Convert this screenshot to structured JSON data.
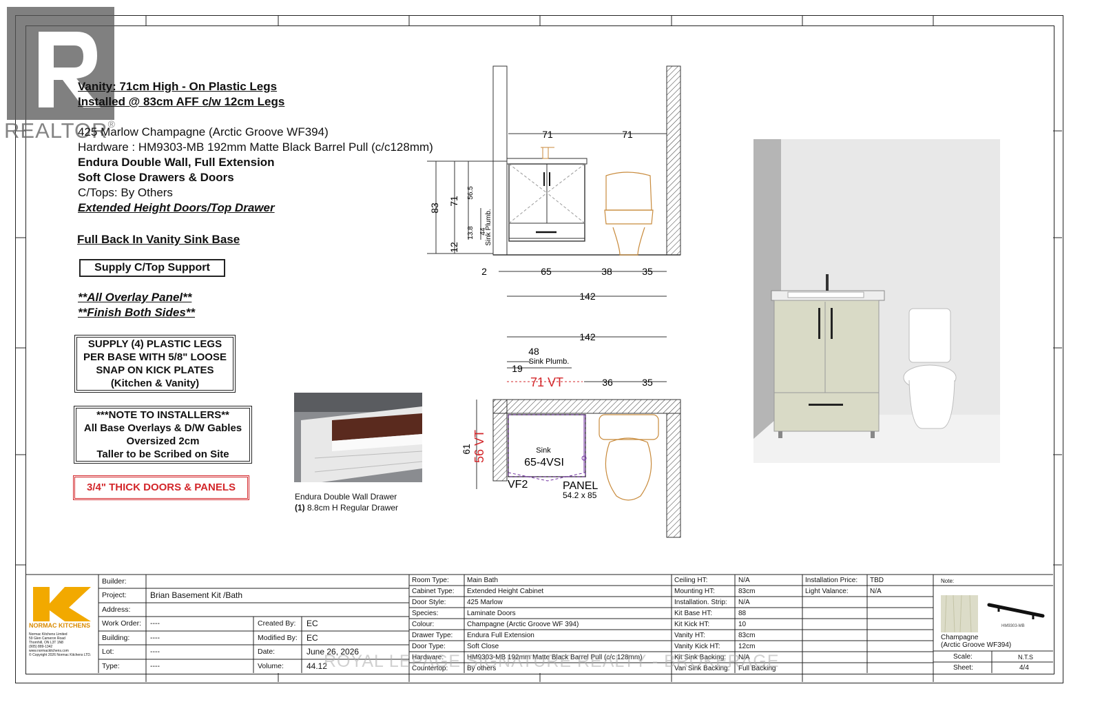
{
  "watermark": {
    "brand": "REALTOR",
    "registered": "®",
    "bottom": "ROYAL LEPAGE SIGNATURE REALTY - BROKERAGE"
  },
  "notes": {
    "vanity_height": "Vanity: 71cm High - On Plastic Legs",
    "installed": "Installed @ 83cm AFF c/w 12cm Legs",
    "finish": "425 Marlow Champagne  (Arctic Groove WF394)",
    "hardware": "Hardware : HM9303-MB 192mm Matte Black Barrel Pull (c/c128mm)",
    "endura": "Endura Double Wall, Full Extension",
    "soft_close": "Soft Close Drawers & Doors",
    "ctops": "C/Tops:  By Others",
    "extended": "Extended Height Doors/Top Drawer",
    "full_back": "Full Back In Vanity Sink Base",
    "supply_ctop": "Supply C/Top Support",
    "overlay": "**All Overlay Panel**",
    "finish_sides": "**Finish Both Sides**",
    "legs_box": [
      "SUPPLY (4) PLASTIC LEGS",
      "PER BASE WITH 5/8\" LOOSE",
      "SNAP ON KICK PLATES",
      "(Kitchen & Vanity)"
    ],
    "installers_box": [
      "***NOTE TO INSTALLERS**",
      "All Base Overlays & D/W Gables",
      "Oversized 2cm",
      "Taller to be Scribed on Site"
    ],
    "thick_box": "3/4\" THICK DOORS & PANELS"
  },
  "drawer_photo": {
    "caption1": "Endura Double Wall Drawer",
    "caption2_num": "(1)",
    "caption2_rest": " 8.8cm H Regular Drawer"
  },
  "elevation": {
    "top_dims": [
      "71",
      "71"
    ],
    "left_dims": [
      "83",
      "71",
      "56.5",
      "13.8",
      "44",
      "12"
    ],
    "sink_plumb": "Sink Plumb.",
    "bottom_dims": [
      "2",
      "65",
      "38",
      "35"
    ],
    "total": "142"
  },
  "plan": {
    "total": "142",
    "sink_plumb_val": "48",
    "sink_plumb": "Sink Plumb.",
    "offset": "19",
    "vt": "71 VT",
    "right_dims": [
      "36",
      "35"
    ],
    "depth": "61",
    "depth_vt": "56 VT",
    "sink": "Sink",
    "sink_model": "65-4VSI",
    "vf": "VF2",
    "panel": "PANEL",
    "panel_size": "54.2 x 85"
  },
  "title_block": {
    "company": {
      "logo_line": "NORMAC KITCHENS",
      "address": [
        "Normac Kitchens Limited",
        "59 Glen Cameron Road",
        "Thornhill, ON L3T 1N8",
        "(905) 889-1342",
        "www.normackitchens.com",
        "© Copyright  2026 Normac Kitchens LTD."
      ]
    },
    "builder_label": "Builder:",
    "builder": "",
    "project_label": "Project:",
    "project": "Brian Basement Kit /Bath",
    "address_label": "Address:",
    "address": "",
    "work_order_label": "Work Order:",
    "work_order": "----",
    "building_label": "Building:",
    "building": "----",
    "lot_label": "Lot:",
    "lot": "----",
    "type_label": "Type:",
    "type": "----",
    "created_label": "Created By:",
    "created": "EC",
    "modified_label": "Modified By:",
    "modified": "EC",
    "date_label": "Date:",
    "date": "June 26, 2026",
    "volume_label": "Volume:",
    "volume": "44.12",
    "specs": [
      {
        "label": "Room Type:",
        "value": "Main Bath"
      },
      {
        "label": "Cabinet Type:",
        "value": "Extended Height Cabinet"
      },
      {
        "label": "Door Style:",
        "value": "425 Marlow"
      },
      {
        "label": "Species:",
        "value": "Laminate Doors"
      },
      {
        "label": "Colour:",
        "value": "Champagne (Arctic Groove WF 394)"
      },
      {
        "label": "Drawer Type:",
        "value": "Endura Full Extension"
      },
      {
        "label": "Door Type:",
        "value": "Soft Close"
      },
      {
        "label": "Hardware:",
        "value": "HM9303-MB 192mm Matte Black Barrel Pull (c/c 128mm)"
      },
      {
        "label": "Countertop:",
        "value": "By others"
      }
    ],
    "heights": [
      {
        "label": "Ceiling HT:",
        "value": "N/A"
      },
      {
        "label": "Mounting HT:",
        "value": "83cm"
      },
      {
        "label": "Installation. Strip:",
        "value": "N/A"
      },
      {
        "label": "Kit Base HT:",
        "value": "88"
      },
      {
        "label": "Kit Kick HT:",
        "value": "10"
      },
      {
        "label": "Vanity HT:",
        "value": "83cm"
      },
      {
        "label": "Vanity Kick HT:",
        "value": "12cm"
      },
      {
        "label": "Kit Sink Backing:",
        "value": "N/A"
      },
      {
        "label": "Van Sink Backing:",
        "value": "Full Backing"
      }
    ],
    "install_price_label": "Installation Price:",
    "install_price": "TBD",
    "light_valance_label": "Light Valance:",
    "light_valance": "N/A",
    "note_label": "Note:",
    "swatch_name": "Champagne",
    "swatch_sub": "(Arctic Groove WF394)",
    "pull_label": "HM9303-MB",
    "scale_label": "Scale:",
    "scale": "N.T.S",
    "sheet_label": "Sheet:",
    "sheet": "4/4"
  },
  "colors": {
    "red": "#d3262a",
    "logo": "#f2a900",
    "laminate": "#dcdcc8",
    "wall": "#b8b8b8"
  }
}
